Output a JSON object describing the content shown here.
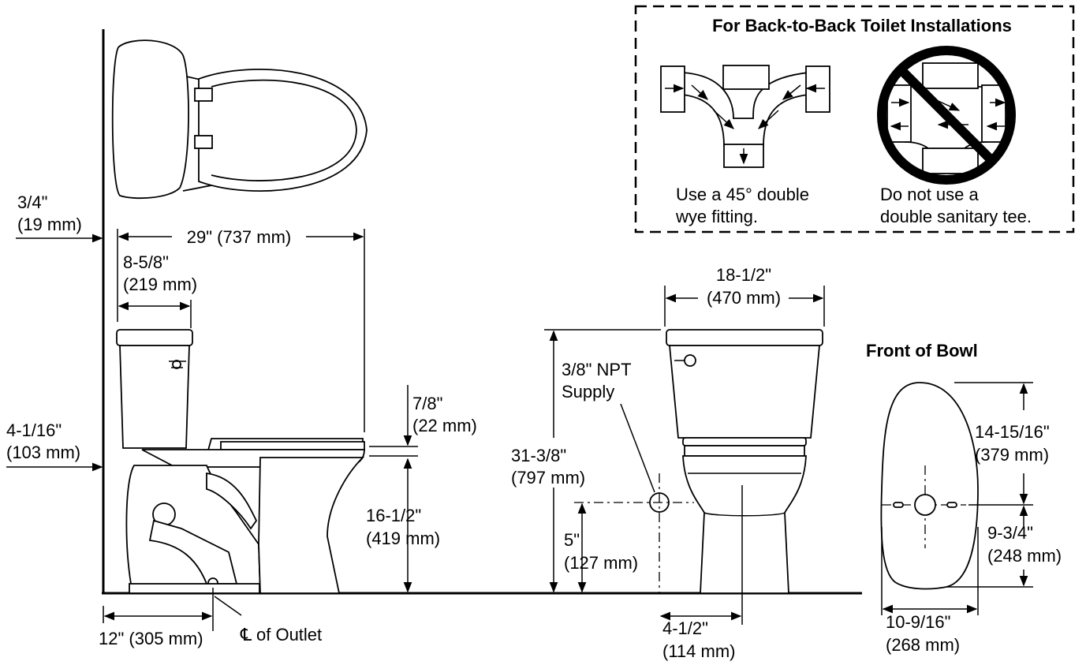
{
  "inset": {
    "title": "For Back-to-Back Toilet Installations",
    "ok_caption_1": "Use a 45° double",
    "ok_caption_2": "wye fitting.",
    "no_caption_1": "Do not use a",
    "no_caption_2": "double sanitary tee."
  },
  "side_view": {
    "wall_offset_in": "3/4\"",
    "wall_offset_mm": "(19 mm)",
    "depth": "29\" (737 mm)",
    "tank_depth_in": "8-5/8\"",
    "tank_depth_mm": "(219 mm)",
    "seat_thickness_in": "7/8\"",
    "seat_thickness_mm": "(22 mm)",
    "tank_clear_in": "4-1/16\"",
    "tank_clear_mm": "(103 mm)",
    "rim_height_in": "16-1/2\"",
    "rim_height_mm": "(419 mm)",
    "rough_in": "12\" (305 mm)",
    "outlet_cl_symbol": "℄",
    "outlet_label": "of Outlet"
  },
  "front_view": {
    "tank_width_in": "18-1/2\"",
    "tank_width_mm": "(470 mm)",
    "supply_1": "3/8\" NPT",
    "supply_2": "Supply",
    "total_height_in": "31-3/8\"",
    "total_height_mm": "(797 mm)",
    "supply_height_in": "5\"",
    "supply_height_mm": "(127 mm)",
    "supply_offset_in": "4-1/2\"",
    "supply_offset_mm": "(114 mm)"
  },
  "bowl_view": {
    "title": "Front of Bowl",
    "front_in": "14-15/16\"",
    "front_mm": "(379 mm)",
    "rear_in": "9-3/4\"",
    "rear_mm": "(248 mm)",
    "width_in": "10-9/16\"",
    "width_mm": "(268 mm)"
  }
}
